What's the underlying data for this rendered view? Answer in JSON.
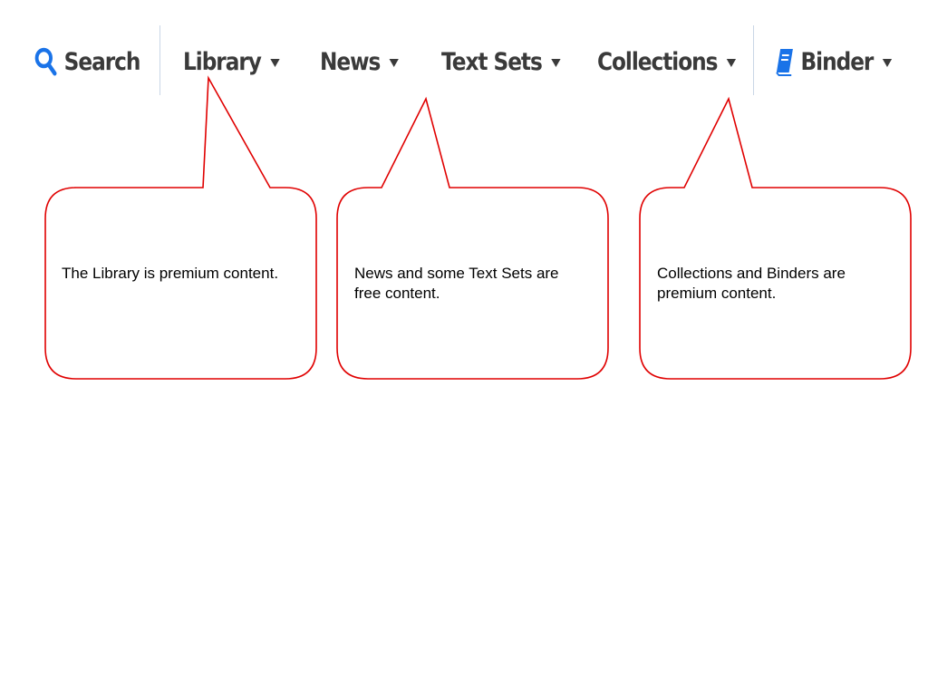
{
  "nav": {
    "search": {
      "label": "Search",
      "icon": "search-icon"
    },
    "library": {
      "label": "Library",
      "icon": "caret-down-icon"
    },
    "news": {
      "label": "News",
      "icon": "caret-down-icon"
    },
    "text_sets": {
      "label": "Text Sets",
      "icon": "caret-down-icon"
    },
    "collections": {
      "label": "Collections",
      "icon": "caret-down-icon"
    },
    "binder": {
      "label": "Binder",
      "icon": "book-icon"
    }
  },
  "callouts": {
    "library": {
      "text": "The Library is premium content."
    },
    "news": {
      "text": "News and some Text Sets are free content."
    },
    "collections": {
      "text": "Collections and Binders are premium content."
    }
  },
  "colors": {
    "accent": "#1a73e8",
    "nav_text": "#3a3a3a",
    "divider": "#c9d6e6",
    "callout_border": "#e00000"
  }
}
